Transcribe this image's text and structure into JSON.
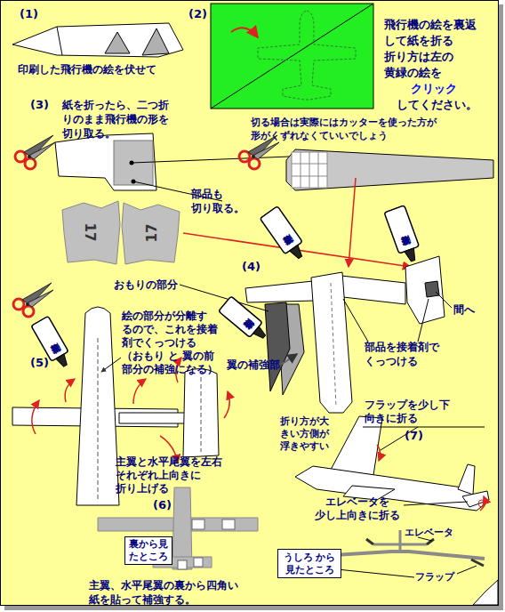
{
  "diagram": {
    "nodes": [
      {
        "text": [
          "17"
        ]
      },
      {
        "text": [
          "17"
        ]
      },
      {
        "text": [
          "接着剤"
        ]
      },
      {
        "text": [
          "接着剤"
        ]
      },
      {
        "text": [
          "接着剤"
        ]
      },
      {
        "text": [
          "接着剤"
        ]
      },
      {
        "text": [
          "裏から見 たところ"
        ]
      },
      {
        "text": [
          "うしろ から 見たところ"
        ]
      }
    ],
    "labels": [
      "(1)",
      "印刷した飛行機の絵を伏せて",
      "(2)",
      "飛行機の絵を裏返 して紙を折る 折り方は左の 黄緑の絵を",
      "クリック",
      "してください。",
      "(3)",
      "紙を折ったら、二つ折 りのまま飛行機の形を 切り取る。",
      "切る場合は実際にはカッターを使った方が 形がくずれなくていいでしょう",
      "部品も 切り取る。",
      "(4)",
      "おもりの部分",
      "間へ",
      "部品を接着剤で くっつける",
      "翼の補強部",
      "(5)",
      "絵の部分が分離す るので、これを接着 剤でくっつける （おもり と 翼の前 部分の補強になる）",
      "主翼と水平尾翼を左右 それぞれ上向きに 折り上げる",
      "(6)",
      "主翼、水平尾翼の裏から四角い 紙を貼って補強する。",
      "(7)",
      "フラップを少し下 向きに折る",
      "折り方が大 きい方側が 浮きやすい",
      "エレベータを 少し上向きに折る",
      "エレベータ",
      "フラップ"
    ]
  }
}
